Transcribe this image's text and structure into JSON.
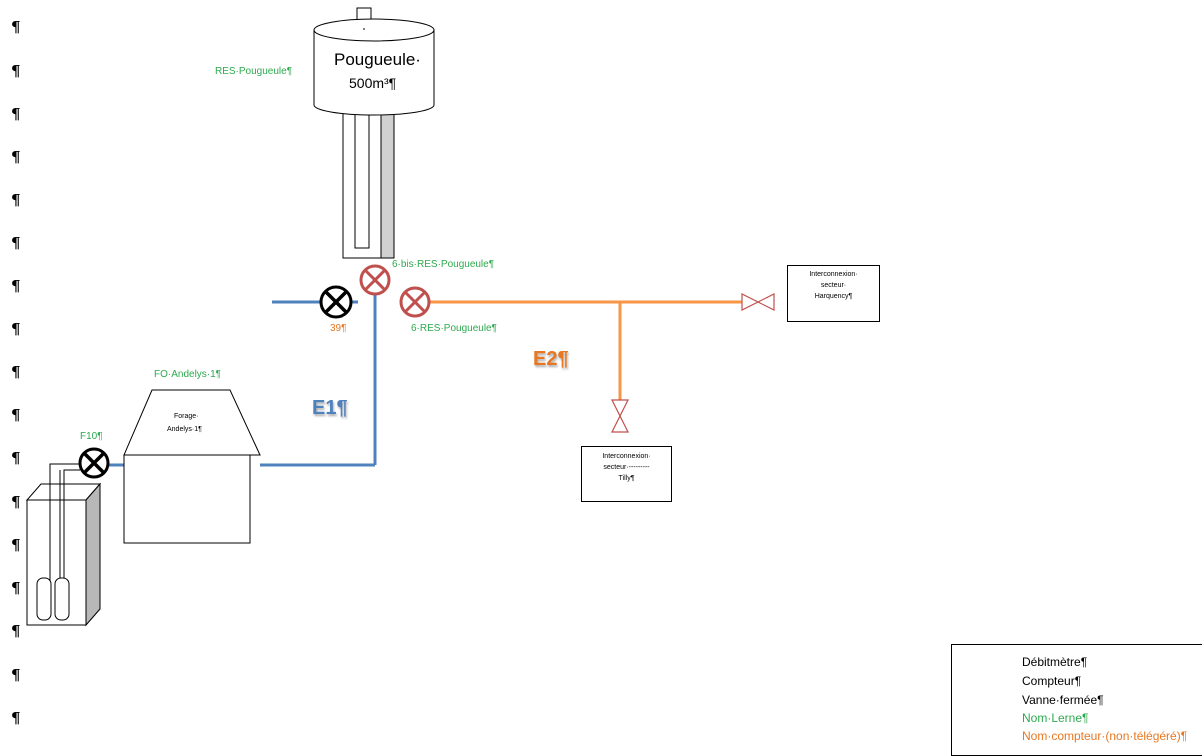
{
  "paragraph_mark": "¶",
  "tank": {
    "line1": "Pougueule·",
    "line2": "500m³¶",
    "label": "RES·Pougueule¶"
  },
  "meters": {
    "m6bis": "6·bis·RES·Pougueule¶",
    "m6": "6·RES·Pougueule¶",
    "m39": "39¶",
    "f10": "F10¶"
  },
  "forage": {
    "label": "FO·Andelys·1¶",
    "line1": "Forage·",
    "line2": "Andelys·1¶"
  },
  "sectors": {
    "e1": "E1¶",
    "e2": "E2¶"
  },
  "interconnexions": [
    {
      "line1": "Interconnexion·",
      "line2": "secteur·",
      "line3": "Harquency¶"
    },
    {
      "line1": "Interconnexion·",
      "line2": "secteur·---------",
      "line3": "Tilly¶"
    }
  ],
  "legend": {
    "debitmetre": "Débitmètre¶",
    "compteur": "Compteur¶",
    "vanne": "Vanne·fermée¶",
    "nom_lerne": "Nom·Lerne¶",
    "nom_compteur": "Nom·compteur·(non·télégéré)¶"
  },
  "colors": {
    "blue_pipe": "#4f81bd",
    "orange_pipe": "#f79646",
    "debitmetre": "#c0504d",
    "green_label": "#2daa4f",
    "orange_label": "#e87722"
  }
}
